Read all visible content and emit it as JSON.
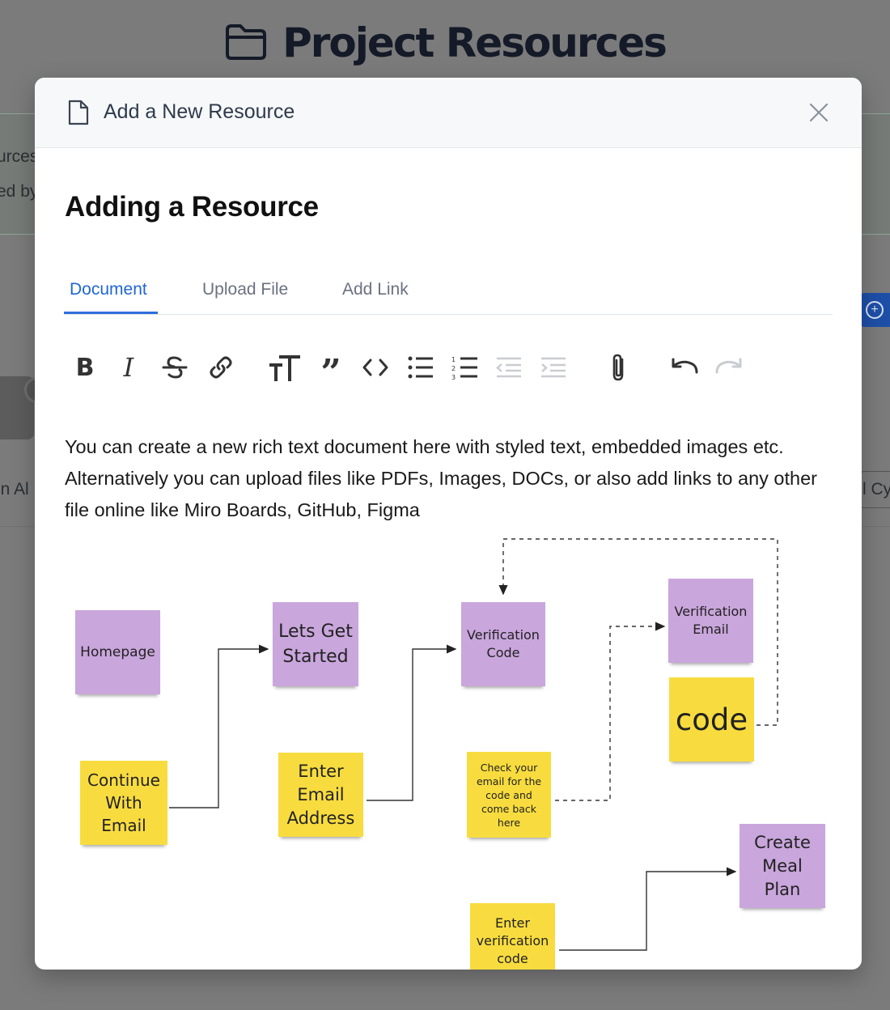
{
  "background": {
    "page_title": "Project Resources",
    "partial_text_1": "urces",
    "partial_text_2": "ed by",
    "partial_text_3": "in Al",
    "partial_text_4": "l Cy"
  },
  "modal": {
    "title": "Add a New Resource",
    "heading": "Adding a Resource",
    "tabs": [
      {
        "label": "Document",
        "active": true
      },
      {
        "label": "Upload File",
        "active": false
      },
      {
        "label": "Add Link",
        "active": false
      }
    ],
    "toolbar": {
      "buttons": [
        {
          "icon": "bold-icon"
        },
        {
          "icon": "italic-icon"
        },
        {
          "icon": "strikethrough-icon"
        },
        {
          "icon": "link-icon"
        },
        {
          "icon": "text-size-icon"
        },
        {
          "icon": "quote-icon"
        },
        {
          "icon": "code-icon"
        },
        {
          "icon": "bullet-list-icon"
        },
        {
          "icon": "numbered-list-icon"
        },
        {
          "icon": "outdent-icon"
        },
        {
          "icon": "indent-icon"
        },
        {
          "icon": "attachment-icon"
        },
        {
          "icon": "undo-icon"
        },
        {
          "icon": "redo-icon"
        }
      ]
    },
    "content": {
      "paragraph": "You can create a new rich text document here with styled text, embedded images etc. Alternatively you can upload files like PDFs, Images, DOCs, or also add links to any other file online like Miro Boards, GitHub, Figma"
    },
    "diagram": {
      "notes": {
        "homepage": "Homepage",
        "continue_email": [
          "Continue",
          "With",
          "Email"
        ],
        "lets_get_started": [
          "Lets Get",
          "Started"
        ],
        "enter_email": [
          "Enter",
          "Email",
          "Address"
        ],
        "verification_code": [
          "Verification",
          "Code"
        ],
        "check_email": [
          "Check your",
          "email for the",
          "code and",
          "come back",
          "here"
        ],
        "verification_email": [
          "Verification",
          "Email"
        ],
        "code": "code",
        "create_meal_plan": [
          "Create",
          "Meal",
          "Plan"
        ],
        "enter_verification": [
          "Enter",
          "verification",
          "code"
        ]
      }
    }
  },
  "colors": {
    "accent": "#1f66d6",
    "note_purple": "#c9a6dc",
    "note_yellow": "#f8dc3f",
    "overlay": "#7b7b7b"
  }
}
